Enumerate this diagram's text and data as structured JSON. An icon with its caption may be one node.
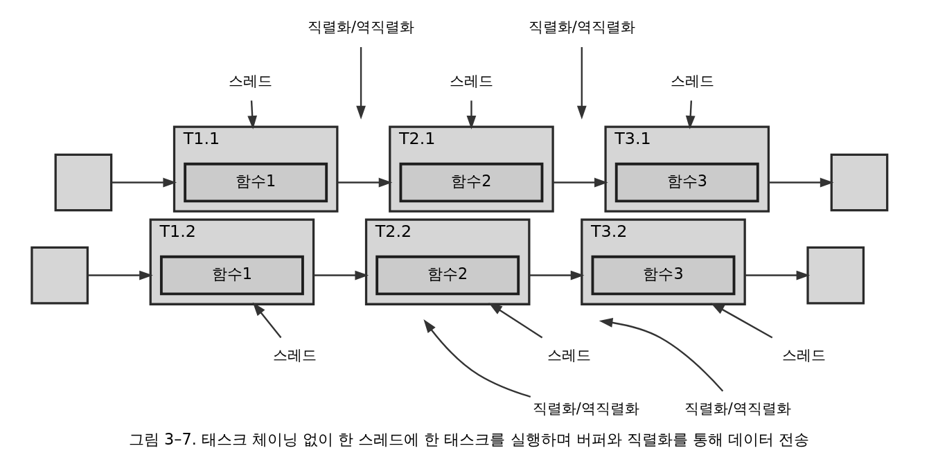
{
  "diagram": {
    "caption": "그림 3–7. 태스크 체이닝 없이 한 스레드에 한 태스크를 실행하며 버퍼와 직렬화를 통해 데이터 전송",
    "nodes": [
      {
        "text": [
          "스레드"
        ]
      },
      {
        "text": [
          "직렬화/역직렬화"
        ]
      },
      {
        "text": [
          "스레드"
        ]
      },
      {
        "text": [
          "직렬화/역직렬화"
        ]
      },
      {
        "text": [
          "스레드"
        ]
      },
      {
        "text": [],
        "shape": "box"
      },
      {
        "text": [
          "T1.1"
        ]
      },
      {
        "text": [
          "함수1"
        ],
        "in": 6
      },
      {
        "text": [
          "T2.1"
        ]
      },
      {
        "text": [
          "함수2"
        ],
        "in": 8
      },
      {
        "text": [
          "T3.1"
        ]
      },
      {
        "text": [
          "함수3"
        ],
        "in": 10
      },
      {
        "text": [],
        "shape": "box"
      },
      {
        "text": [],
        "shape": "box"
      },
      {
        "text": [
          "T1.2"
        ]
      },
      {
        "text": [
          "함수1"
        ],
        "in": 14
      },
      {
        "text": [
          "T2.2"
        ]
      },
      {
        "text": [
          "함수2"
        ],
        "in": 16
      },
      {
        "text": [
          "T3.2"
        ]
      },
      {
        "text": [
          "함수3"
        ],
        "in": 18
      },
      {
        "text": [],
        "shape": "box"
      },
      {
        "text": [
          "스레드"
        ]
      },
      {
        "text": [
          "직렬화/역직렬화"
        ]
      },
      {
        "text": [
          "스레드"
        ]
      },
      {
        "text": [
          "직렬화/역직렬화"
        ]
      },
      {
        "text": [
          "스레드"
        ]
      }
    ],
    "edges": [
      {
        "from": 5,
        "to": 6,
        "arrow": "to"
      },
      {
        "from": 6,
        "to": 8,
        "arrow": "to"
      },
      {
        "from": 8,
        "to": 10,
        "arrow": "to"
      },
      {
        "from": 10,
        "to": 12,
        "arrow": "to"
      },
      {
        "from": 13,
        "to": 14,
        "arrow": "to"
      },
      {
        "from": 14,
        "to": 16,
        "arrow": "to"
      },
      {
        "from": 16,
        "to": 18,
        "arrow": "to"
      },
      {
        "from": 18,
        "to": 20,
        "arrow": "to"
      },
      {
        "from": 0,
        "to": 6,
        "arrow": "to"
      },
      {
        "from": 1,
        "to": null,
        "arrow": "to"
      },
      {
        "from": 2,
        "to": 8,
        "arrow": "to"
      },
      {
        "from": 3,
        "to": null,
        "arrow": "to"
      },
      {
        "from": 4,
        "to": 10,
        "arrow": "to"
      },
      {
        "from": 21,
        "to": 14,
        "arrow": "to"
      },
      {
        "from": 22,
        "to": null,
        "arrow": "to"
      },
      {
        "from": 23,
        "to": 16,
        "arrow": "to"
      },
      {
        "from": 24,
        "to": null,
        "arrow": "to"
      },
      {
        "from": 25,
        "to": 18,
        "arrow": "to"
      }
    ]
  }
}
